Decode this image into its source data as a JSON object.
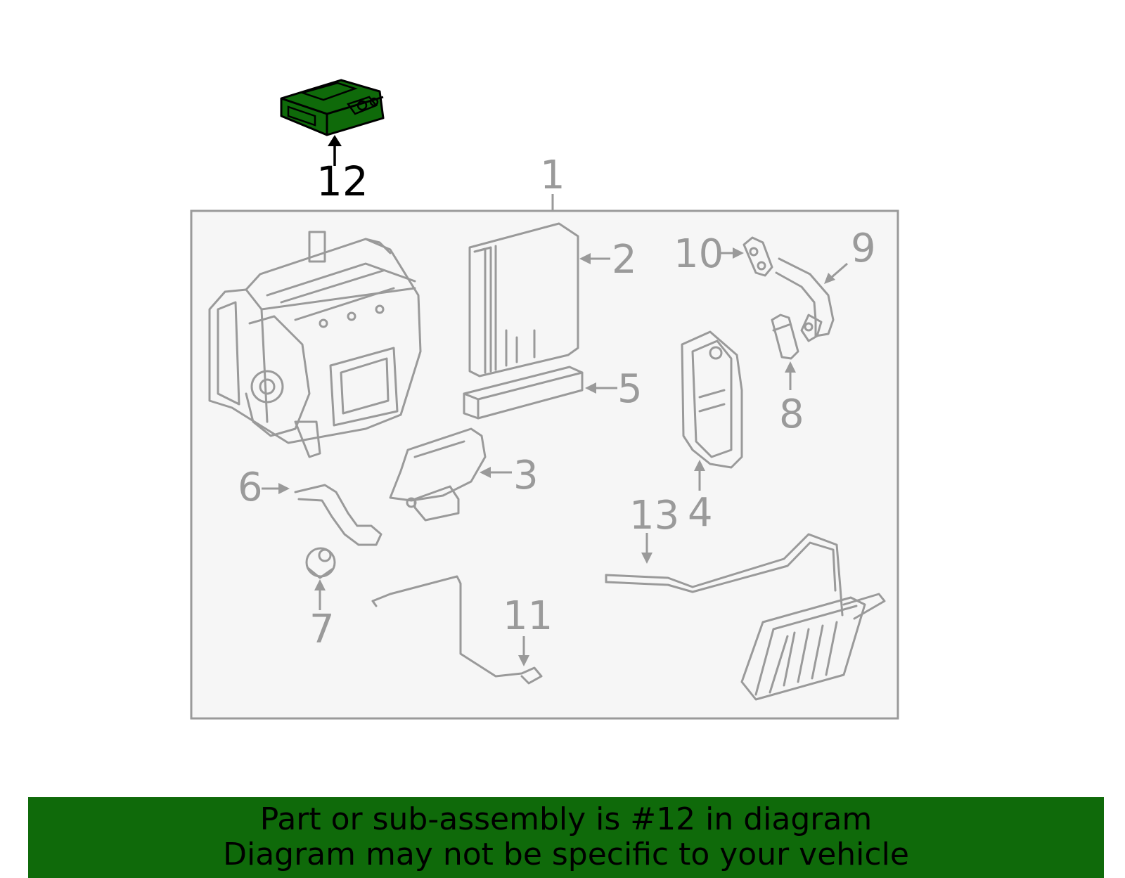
{
  "diagram": {
    "callouts": {
      "c1": "1",
      "c2": "2",
      "c3": "3",
      "c4": "4",
      "c5": "5",
      "c6": "6",
      "c7": "7",
      "c8": "8",
      "c9": "9",
      "c10": "10",
      "c11": "11",
      "c12": "12",
      "c13": "13"
    },
    "highlighted_part": "12",
    "highlight_color": "#0f6a0a",
    "assembly_box_color": "#f6f6f6",
    "line_color": "#9a9a9a"
  },
  "banner": {
    "line1": "Part or sub-assembly is #12 in diagram",
    "line2": "Diagram may not be specific to your vehicle",
    "background": "#0f6a0a"
  }
}
